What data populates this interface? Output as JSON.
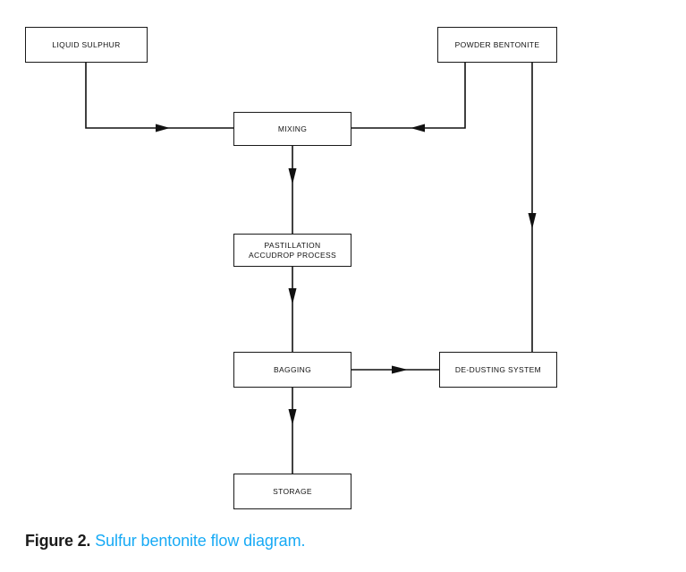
{
  "figure": {
    "caption_number": "Figure 2.",
    "caption_text": "Sulfur bentonite flow diagram.",
    "caption_accent_color": "#17AAF5",
    "caption_number_color": "#1B1B1B"
  },
  "diagram": {
    "type": "process-flow-diagram",
    "background_color": "#FFFFFF",
    "line_color": "#111111",
    "box_border_color": "#1A1A1A",
    "box_fill_color": "#FFFFFF",
    "nodes": [
      {
        "id": "liquid-sulphur",
        "label": "LIQUID SULPHUR"
      },
      {
        "id": "powder-bentonite",
        "label": "POWDER BENTONITE"
      },
      {
        "id": "mixing",
        "label": "MIXING"
      },
      {
        "id": "pastillation",
        "label": "PASTILLATION\nACCUDROP PROCESS"
      },
      {
        "id": "bagging",
        "label": "BAGGING"
      },
      {
        "id": "dedusting",
        "label": "DE-DUSTING SYSTEM"
      },
      {
        "id": "storage",
        "label": "STORAGE"
      }
    ],
    "edges": [
      {
        "id": "liquid-sulphur-to-mixing",
        "from": "liquid-sulphur",
        "to": "mixing",
        "direction": "right"
      },
      {
        "id": "powder-bentonite-to-mixing",
        "from": "powder-bentonite",
        "to": "mixing",
        "direction": "left"
      },
      {
        "id": "mixing-to-pastillation",
        "from": "mixing",
        "to": "pastillation",
        "direction": "down"
      },
      {
        "id": "pastillation-to-bagging",
        "from": "pastillation",
        "to": "bagging",
        "direction": "down"
      },
      {
        "id": "bagging-to-storage",
        "from": "bagging",
        "to": "storage",
        "direction": "down"
      },
      {
        "id": "bagging-to-dedusting",
        "from": "bagging",
        "to": "dedusting",
        "direction": "right"
      },
      {
        "id": "powder-bentonite-to-dedusting",
        "from": "powder-bentonite",
        "to": "dedusting",
        "direction": "down"
      }
    ]
  }
}
